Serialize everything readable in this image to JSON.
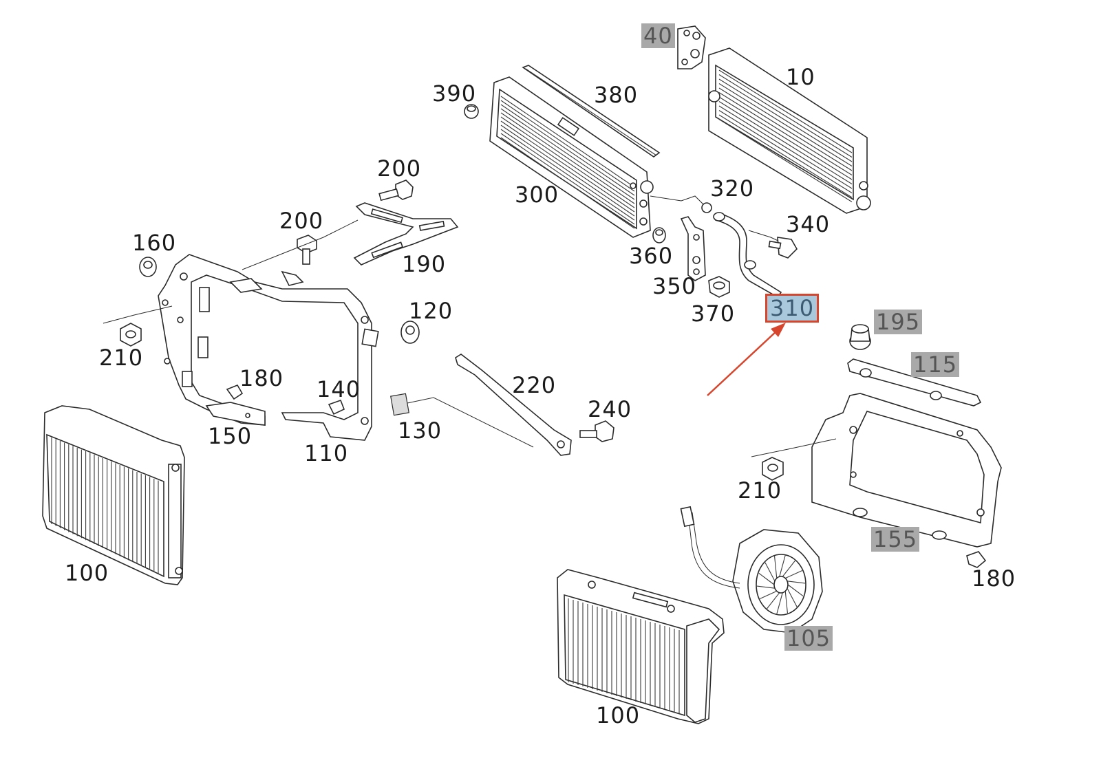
{
  "diagram": {
    "callouts": [
      {
        "id": "c-40",
        "text": "40",
        "style": "shaded"
      },
      {
        "id": "c-10",
        "text": "10",
        "style": "plain"
      },
      {
        "id": "c-390",
        "text": "390",
        "style": "plain"
      },
      {
        "id": "c-380",
        "text": "380",
        "style": "plain"
      },
      {
        "id": "c-200a",
        "text": "200",
        "style": "plain"
      },
      {
        "id": "c-200b",
        "text": "200",
        "style": "plain"
      },
      {
        "id": "c-300",
        "text": "300",
        "style": "plain"
      },
      {
        "id": "c-320",
        "text": "320",
        "style": "plain"
      },
      {
        "id": "c-340",
        "text": "340",
        "style": "plain"
      },
      {
        "id": "c-160",
        "text": "160",
        "style": "plain"
      },
      {
        "id": "c-190",
        "text": "190",
        "style": "plain"
      },
      {
        "id": "c-360",
        "text": "360",
        "style": "plain"
      },
      {
        "id": "c-350",
        "text": "350",
        "style": "plain"
      },
      {
        "id": "c-370",
        "text": "370",
        "style": "plain"
      },
      {
        "id": "c-310",
        "text": "310",
        "style": "selected"
      },
      {
        "id": "c-120",
        "text": "120",
        "style": "plain"
      },
      {
        "id": "c-210a",
        "text": "210",
        "style": "plain"
      },
      {
        "id": "c-195",
        "text": "195",
        "style": "shaded"
      },
      {
        "id": "c-115",
        "text": "115",
        "style": "shaded"
      },
      {
        "id": "c-180a",
        "text": "180",
        "style": "plain"
      },
      {
        "id": "c-140",
        "text": "140",
        "style": "plain"
      },
      {
        "id": "c-220",
        "text": "220",
        "style": "plain"
      },
      {
        "id": "c-240",
        "text": "240",
        "style": "plain"
      },
      {
        "id": "c-150",
        "text": "150",
        "style": "plain"
      },
      {
        "id": "c-130",
        "text": "130",
        "style": "plain"
      },
      {
        "id": "c-110",
        "text": "110",
        "style": "plain"
      },
      {
        "id": "c-210b",
        "text": "210",
        "style": "plain"
      },
      {
        "id": "c-155",
        "text": "155",
        "style": "shaded"
      },
      {
        "id": "c-100a",
        "text": "100",
        "style": "plain"
      },
      {
        "id": "c-180b",
        "text": "180",
        "style": "plain"
      },
      {
        "id": "c-105",
        "text": "105",
        "style": "shaded"
      },
      {
        "id": "c-100b",
        "text": "100",
        "style": "plain"
      }
    ],
    "colors": {
      "selected_fill": "#a9c8dc",
      "selected_border": "#d6452c",
      "shaded_fill": "#a9a9a9",
      "arrow": "#d6452c"
    },
    "pointer": {
      "target": "c-310",
      "icon": "red-arrow-icon"
    }
  }
}
